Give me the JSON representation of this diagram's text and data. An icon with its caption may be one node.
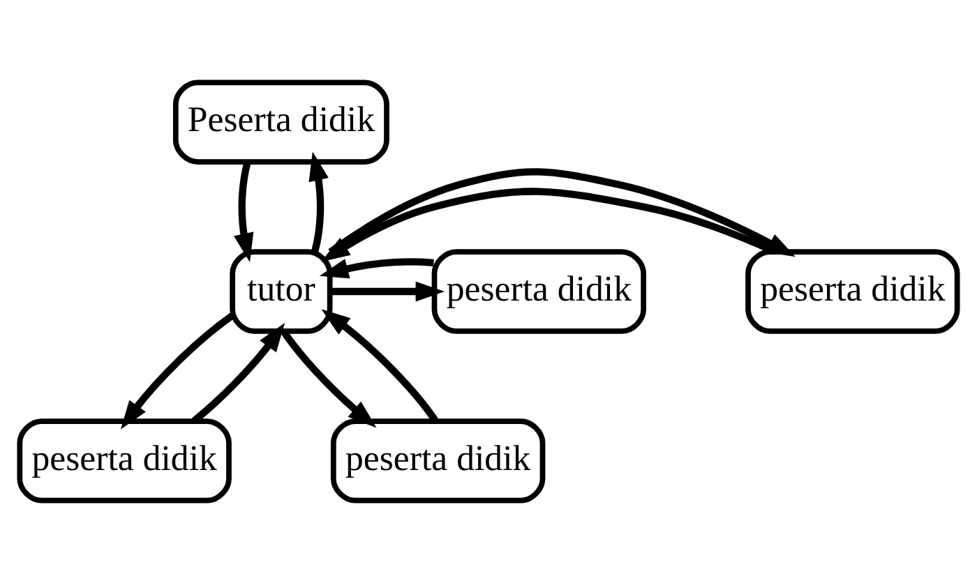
{
  "diagram": {
    "nodes": [
      {
        "text": [
          "Peserta didik"
        ]
      },
      {
        "text": [
          "peserta didik"
        ]
      },
      {
        "text": [
          "peserta didik"
        ]
      },
      {
        "text": [
          "tutor"
        ]
      },
      {
        "text": [
          "peserta didik"
        ]
      },
      {
        "text": [
          "peserta didik"
        ]
      }
    ],
    "edges": [
      {
        "from": 0,
        "to": 3,
        "arrow": "to"
      },
      {
        "from": 3,
        "to": 0,
        "arrow": "to"
      },
      {
        "from": 1,
        "to": 3,
        "arrow": "to"
      },
      {
        "from": 3,
        "to": 1,
        "arrow": "to"
      },
      {
        "from": 3,
        "to": 2,
        "arrow": "to"
      },
      {
        "from": 2,
        "to": 3,
        "arrow": "to"
      },
      {
        "from": 3,
        "to": 4,
        "arrow": "to"
      },
      {
        "from": 4,
        "to": 3,
        "arrow": "to"
      },
      {
        "from": 3,
        "to": 5,
        "arrow": "to"
      },
      {
        "from": 5,
        "to": 3,
        "arrow": "to"
      }
    ]
  }
}
